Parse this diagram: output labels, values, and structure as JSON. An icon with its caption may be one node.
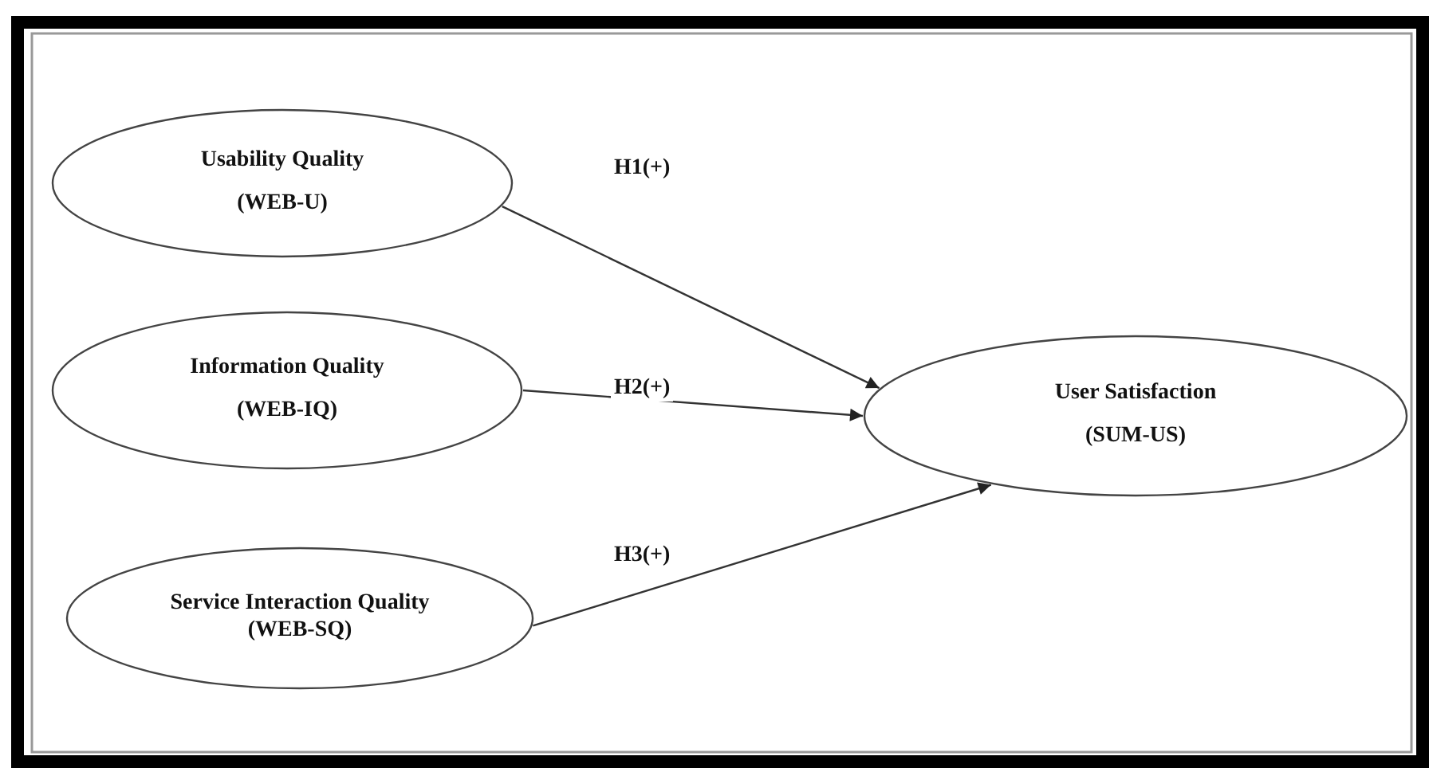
{
  "diagram": {
    "nodes": [
      {
        "text": [
          "Usability Quality",
          "(WEB-U)"
        ]
      },
      {
        "text": [
          "Information  Quality",
          "(WEB-IQ)"
        ]
      },
      {
        "text": [
          "Service Interaction Quality (WEB-SQ)"
        ]
      },
      {
        "text": [
          "User Satisfaction",
          "(SUM-US)"
        ]
      }
    ],
    "edges": [
      {
        "from": 0,
        "to": 3,
        "arrow": "to",
        "label": "H1(+)"
      },
      {
        "from": 1,
        "to": 3,
        "arrow": "to",
        "label": "H2(+)"
      },
      {
        "from": 2,
        "to": 3,
        "arrow": "to",
        "label": "H3(+)"
      }
    ]
  }
}
